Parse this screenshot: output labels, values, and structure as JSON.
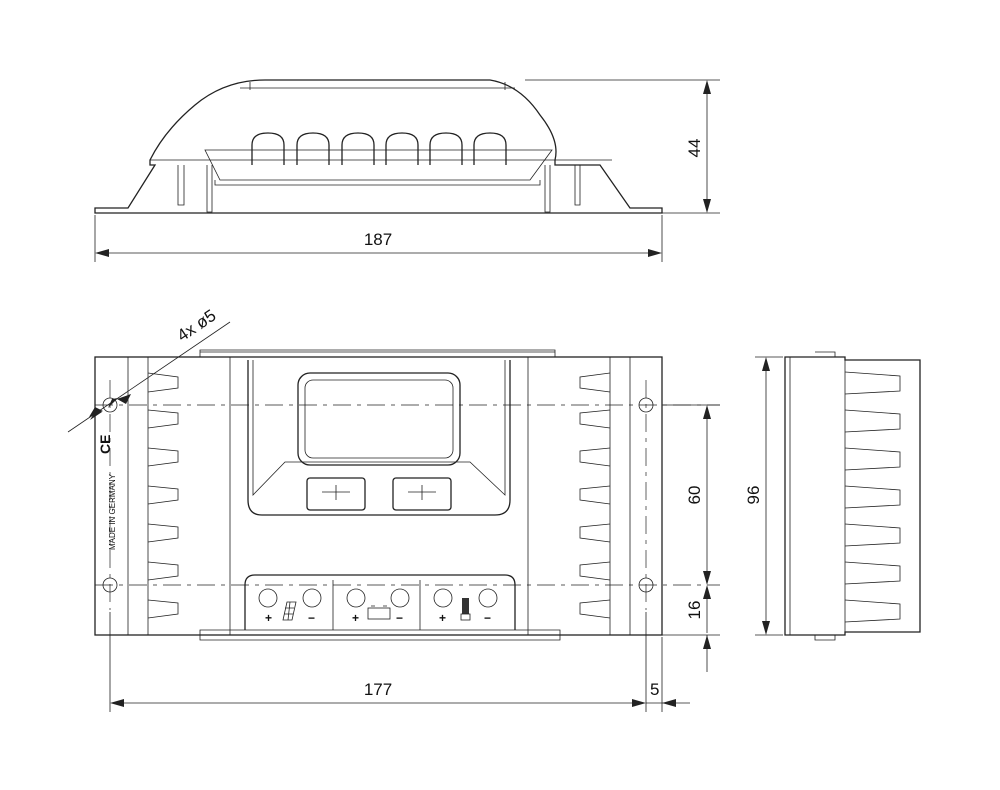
{
  "dimensions": {
    "height_top": "44",
    "width_top": "187",
    "holes": "4x ø5",
    "hole_spacing_vertical": "60",
    "hole_offset_bottom": "16",
    "height_side": "96",
    "hole_spacing_horizontal": "177",
    "flange_offset": "5"
  },
  "markings": {
    "ce": "CE",
    "origin": "MADE IN GERMANY"
  },
  "terminals": [
    {
      "name": "solar",
      "plus": "+",
      "minus": "−"
    },
    {
      "name": "battery",
      "plus": "+",
      "minus": "−"
    },
    {
      "name": "load",
      "plus": "+",
      "minus": "−"
    }
  ]
}
